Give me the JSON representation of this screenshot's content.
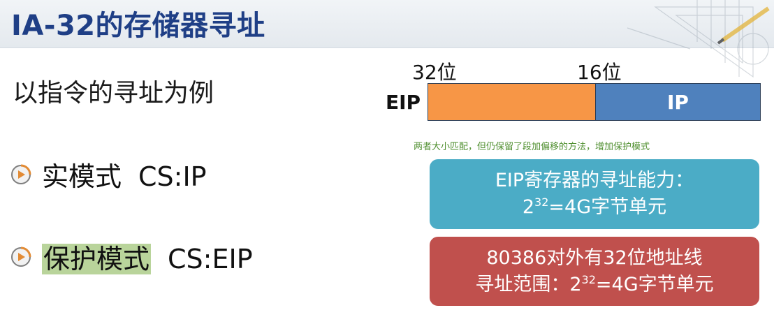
{
  "header": {
    "title": "IA-32的存储器寻址"
  },
  "intro": "以指令的寻址为例",
  "bullets": [
    {
      "term": "实模式",
      "value": "CS:IP",
      "highlighted": false
    },
    {
      "term": "保护模式",
      "value": "CS:EIP",
      "highlighted": true
    }
  ],
  "register": {
    "name": "EIP",
    "label_32": "32位",
    "label_16": "16位",
    "low_part": "IP",
    "colors": {
      "high": "#f79646",
      "low": "#4f81bd"
    }
  },
  "note": "两者大小匹配，但仍保留了段加偏移的方法，增加保护模式",
  "cards": {
    "blue": {
      "line1": "EIP寄存器的寻址能力：",
      "line2_base": "2",
      "line2_exp": "32",
      "line2_rest": "=4G字节单元",
      "color": "#4bacc6"
    },
    "red": {
      "line1": "80386对外有32位地址线",
      "line2_prefix": "寻址范围：",
      "line2_base": "2",
      "line2_exp": "32",
      "line2_rest": "=4G字节单元",
      "color": "#c0504d"
    }
  },
  "colors": {
    "title": "#1f3f86",
    "highlight": "#b9d49b",
    "note": "#4f8f2f"
  }
}
